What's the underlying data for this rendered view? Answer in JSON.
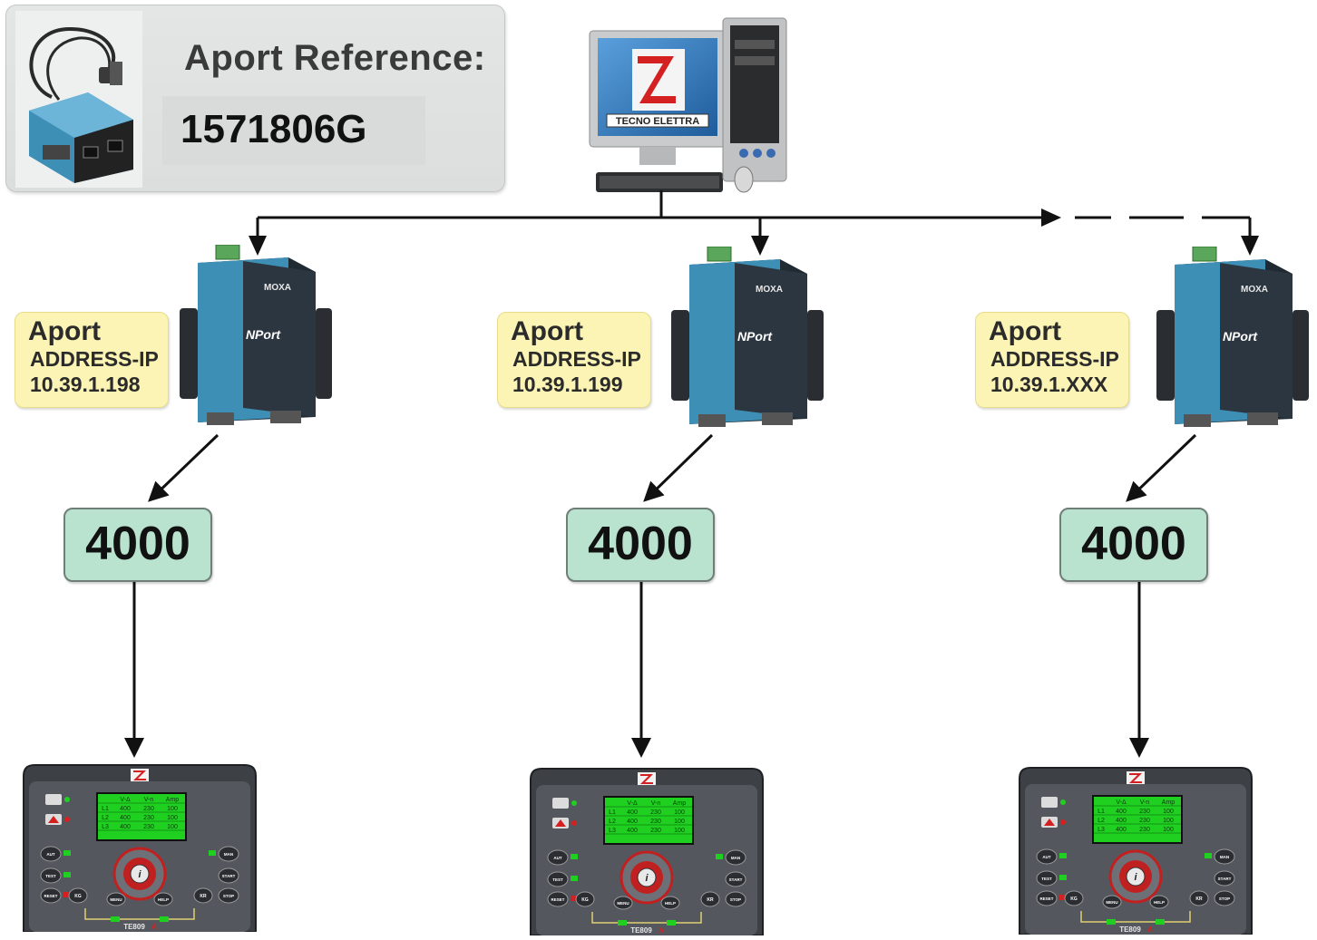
{
  "reference_panel": {
    "title": "Aport Reference:",
    "code": "1571806G"
  },
  "computer": {
    "brand_label": "TECNO ELETTRA"
  },
  "gateways": [
    {
      "name": "Aport",
      "address_label": "ADDRESS-IP",
      "ip": "10.39.1.198",
      "port": "4000",
      "device_brand": "MOXA",
      "device_model": "NPort"
    },
    {
      "name": "Aport",
      "address_label": "ADDRESS-IP",
      "ip": "10.39.1.199",
      "port": "4000",
      "device_brand": "MOXA",
      "device_model": "NPort"
    },
    {
      "name": "Aport",
      "address_label": "ADDRESS-IP",
      "ip": "10.39.1.XXX",
      "port": "4000",
      "device_brand": "MOXA",
      "device_model": "NPort"
    }
  ],
  "controller": {
    "model": "TE809",
    "model_suffix": "A",
    "display_headers": [
      "V-Δ",
      "V-n",
      "Amp"
    ],
    "display_rows": [
      [
        "L1",
        "400",
        "230",
        "100"
      ],
      [
        "L2",
        "400",
        "230",
        "100"
      ],
      [
        "L3",
        "400",
        "230",
        "100"
      ]
    ],
    "buttons_left": [
      "AUT",
      "TEST",
      "RESET"
    ],
    "buttons_right": [
      "MAN",
      "START",
      "STOP"
    ],
    "buttons_bottom": [
      "MENU",
      "HELP"
    ],
    "buttons_kg": [
      "KG",
      "KR"
    ]
  },
  "colors": {
    "line": "#111111",
    "addr_fill": "#fbf4b4",
    "port_fill": "#b9e3cf",
    "moxa_blue": "#3e8fb6",
    "panel_dark": "#4a4d52",
    "lcd_green": "#20d020"
  }
}
